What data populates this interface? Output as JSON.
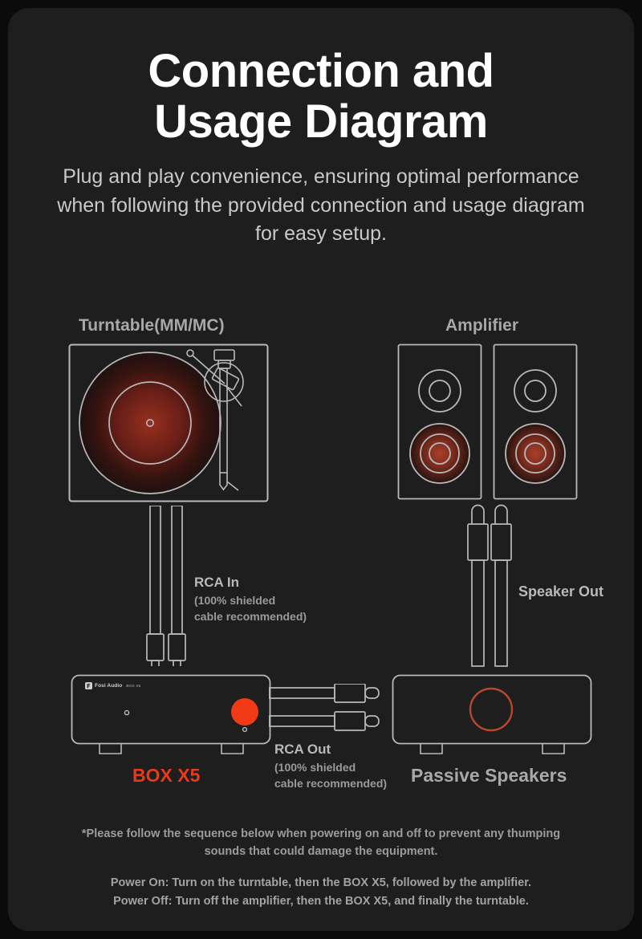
{
  "header": {
    "title_line1": "Connection and",
    "title_line2": "Usage Diagram",
    "subtitle": "Plug and play convenience, ensuring optimal performance when following the provided connection and usage diagram for easy setup."
  },
  "diagram": {
    "turntable_label": "Turntable(MM/MC)",
    "amplifier_label": "Amplifier",
    "rca_in": {
      "main": "RCA In",
      "sub_line1": "(100% shielded",
      "sub_line2": "cable recommended)"
    },
    "rca_out": {
      "main": "RCA Out",
      "sub_line1": "(100% shielded",
      "sub_line2": "cable recommended)"
    },
    "speaker_out_label": "Speaker Out",
    "box_label": "BOX X5",
    "passive_speakers_label": "Passive Speakers",
    "brand_name": "Fosi Audio",
    "brand_model": "BOX X5"
  },
  "notes": {
    "warning_line1": "*Please follow the sequence below when powering on and off to prevent",
    "warning_line2": "any thumping sounds that could damage the equipment.",
    "power_on": "Power On: Turn on the turntable, then the BOX X5, followed by the amplifier.",
    "power_off": "Power Off: Turn off the amplifier, then the BOX X5, and finally the turntable."
  },
  "colors": {
    "page_background": "#0b0b0b",
    "card_background": "#1e1e1e",
    "stroke": "#b9b9b9",
    "accent_red": "#e8391b",
    "platter_glow": "#7a2218",
    "title_text": "#ffffff",
    "body_text": "#c9c9c9",
    "muted_text": "#a8a8a8"
  }
}
